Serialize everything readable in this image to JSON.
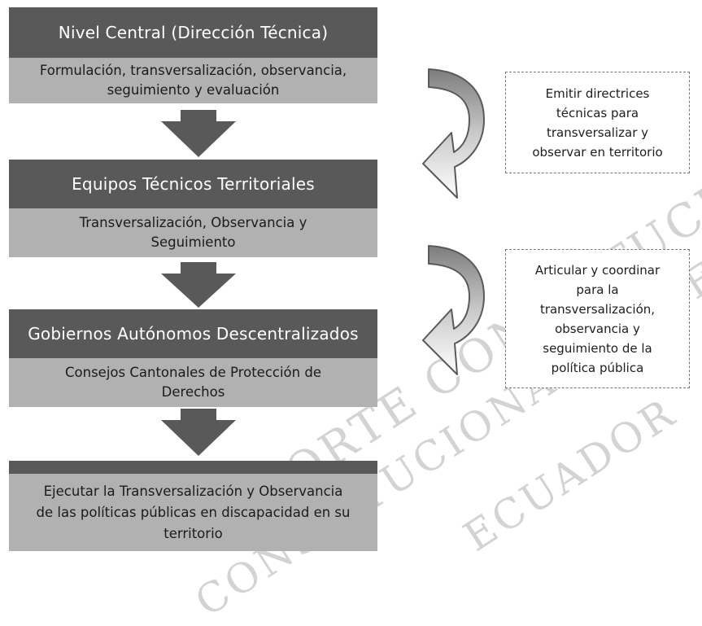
{
  "levels": [
    {
      "header": "Nivel Central (Dirección Técnica)",
      "description": "Formulación, transversalización, observancia,\nseguimiento y evaluación"
    },
    {
      "header": "Equipos Técnicos Territoriales",
      "description": "Transversalización, Observancia y\nSeguimiento"
    },
    {
      "header": "Gobiernos Autónomos Descentralizados",
      "description": "Consejos Cantonales de Protección de\nDerechos"
    },
    {
      "header": "",
      "description": "Ejecutar la Transversalización y Observancia\nde las políticas públicas en discapacidad en su\nterritorio"
    }
  ],
  "side_notes": [
    "Emitir directrices\ntécnicas para\ntransversalizar y\nobservar en territorio",
    "Articular y coordinar\npara la\ntransversalización,\nobservancia y\nseguimiento de la\npolítica pública"
  ],
  "watermark": {
    "line1": "CORTE CONSTITUCIONAL",
    "line2": "CONSTITUCIONAL DEL ECUADOR",
    "line3": "ECUADOR"
  },
  "colors": {
    "header_fill": "#595959",
    "description_fill": "#b1b1b1",
    "arrow_fill": "#595959"
  }
}
